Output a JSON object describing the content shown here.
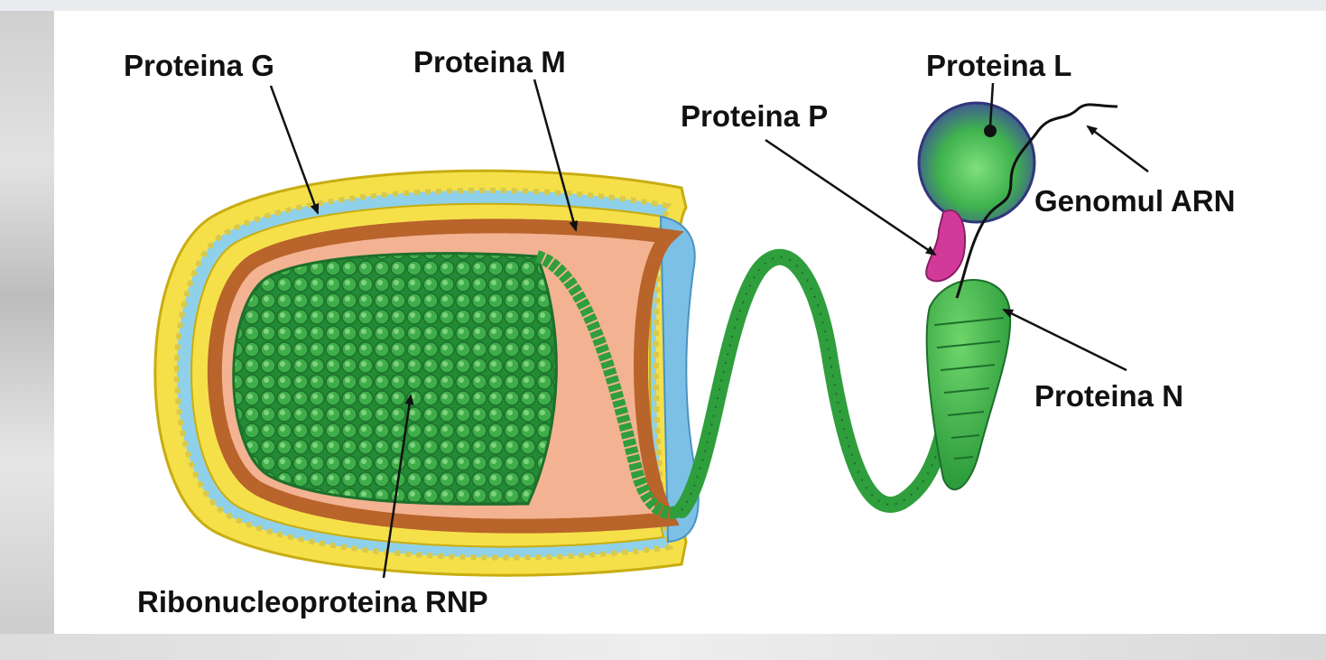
{
  "labels": {
    "protein_g": "Proteina G",
    "protein_m": "Proteina M",
    "protein_l": "Proteina L",
    "protein_p": "Proteina P",
    "genome": "Genomul ARN",
    "protein_n": "Proteina N",
    "rnp": "Ribonucleoproteina RNP"
  },
  "colors": {
    "lipid_yellow": "#f5e04a",
    "lipid_blue": "#8fd1ea",
    "matrix_brown": "#b8642a",
    "core_green": "#2f9e3c",
    "core_light": "#5cc061",
    "interior_salmon": "#f3b292",
    "outer_blue": "#7cc0e6",
    "protein_l_purple": "#4b52a8",
    "protein_p_magenta": "#d23a9a"
  }
}
